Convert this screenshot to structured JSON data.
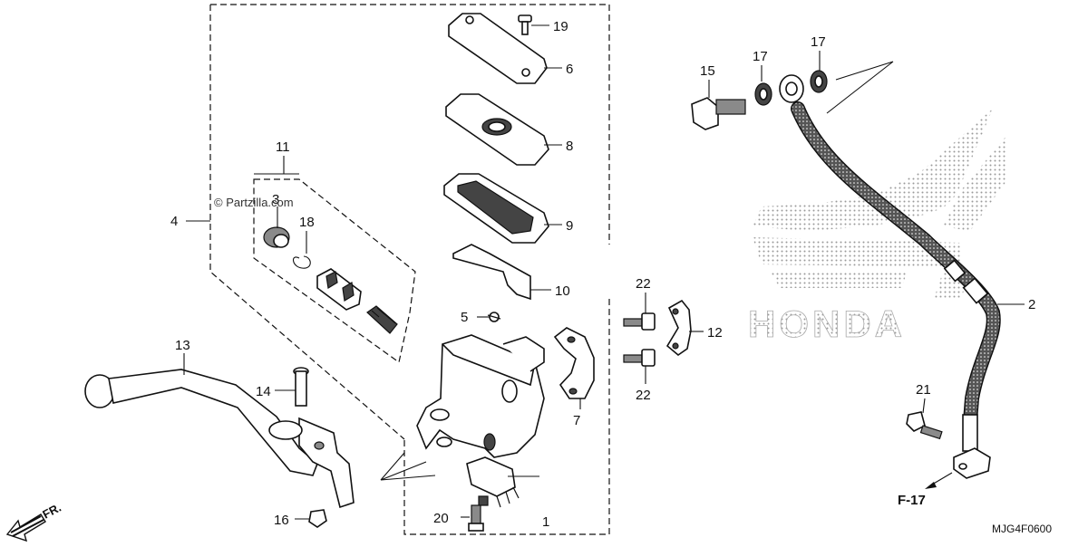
{
  "diagram": {
    "callouts": [
      "1",
      "2",
      "3",
      "4",
      "5",
      "6",
      "7",
      "8",
      "9",
      "10",
      "11",
      "12",
      "13",
      "14",
      "15",
      "16",
      "17",
      "17",
      "18",
      "19",
      "20",
      "21",
      "22",
      "22"
    ],
    "watermark": "© Partzilla.com",
    "brand_logo": "HONDA",
    "direction_label": "FR.",
    "section_ref": "F-17",
    "diagram_code": "MJG4F0600"
  }
}
